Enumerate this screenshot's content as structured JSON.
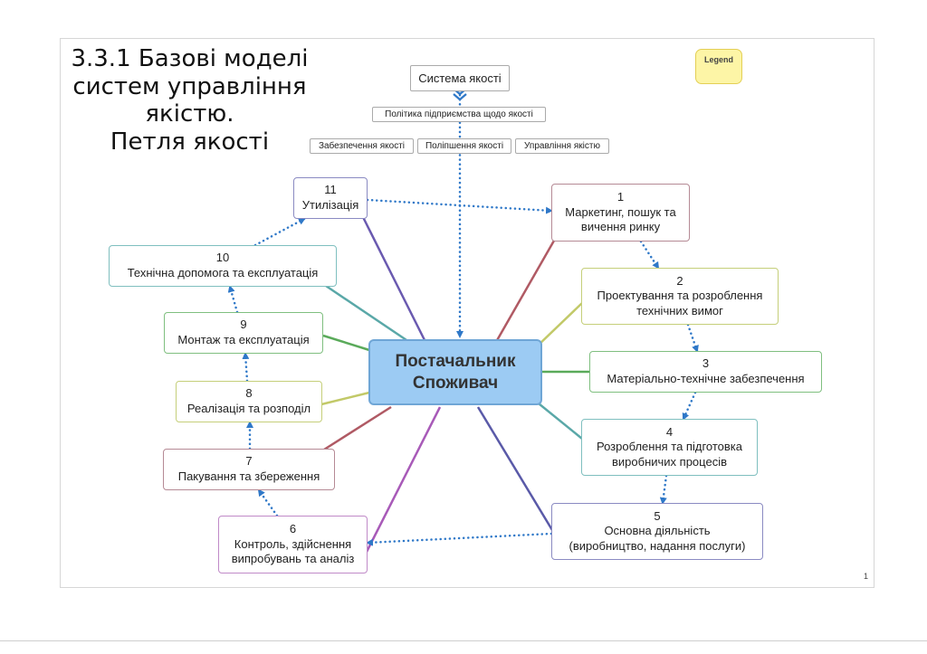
{
  "title": [
    "3.3.1 Базові моделі",
    "систем управління",
    "якістю.",
    "Петля якості"
  ],
  "system": {
    "title": "Система якості",
    "policy": "Політика підприємства щодо якості",
    "subs": [
      "Забезпечення якості",
      "Поліпшення якості",
      "Управління якістю"
    ]
  },
  "center": {
    "line1": "Постачальник",
    "line2": "Споживач"
  },
  "legend": "Legend",
  "page_number": "1",
  "nodes": [
    {
      "num": "1",
      "lines": [
        "Маркетинг, пошук та",
        "вичення ринку"
      ]
    },
    {
      "num": "2",
      "lines": [
        "Проектування та розроблення",
        "технічних вимог"
      ]
    },
    {
      "num": "3",
      "lines": [
        "Матеріально-технічне забезпечення"
      ]
    },
    {
      "num": "4",
      "lines": [
        "Розроблення та підготовка",
        "виробничих процесів"
      ]
    },
    {
      "num": "5",
      "lines": [
        "Основна діяльність",
        "(виробництво, надання послуги)"
      ]
    },
    {
      "num": "6",
      "lines": [
        "Контроль, здійснення",
        "випробувань та аналіз"
      ]
    },
    {
      "num": "7",
      "lines": [
        "Пакування та збереження"
      ]
    },
    {
      "num": "8",
      "lines": [
        "Реалізація та розподіл"
      ]
    },
    {
      "num": "9",
      "lines": [
        "Монтаж та експлуатація"
      ]
    },
    {
      "num": "10",
      "lines": [
        "Технічна допомога та експлуатація"
      ]
    },
    {
      "num": "11",
      "lines": [
        "Утилізація"
      ]
    }
  ],
  "colors": {
    "arrow": "#2f78c8",
    "center_fill": "#9ccbf3",
    "links": [
      "#b05a64",
      "#c2c968",
      "#5aaa5a",
      "#5aa8a8",
      "#5a5aa8",
      "#a85ab8",
      "#b05a64",
      "#c2c968",
      "#5aaa5a",
      "#5aa8a8",
      "#6a5ab0"
    ],
    "borders": [
      "#b58a95",
      "#c5cf7a",
      "#7fbf7f",
      "#7fbfbf",
      "#8a8ac2",
      "#c08ac8",
      "#b58a95",
      "#c5cf7a",
      "#7fbf7f",
      "#7fbfbf",
      "#8a8ac2"
    ]
  }
}
